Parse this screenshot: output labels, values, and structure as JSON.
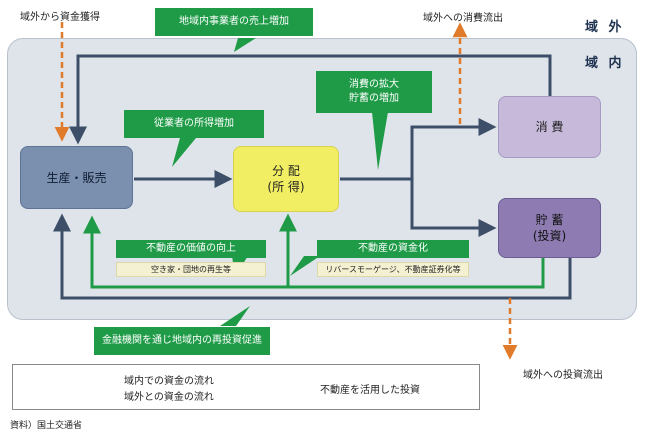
{
  "region": {
    "outside": "域 外",
    "inside": "域 内"
  },
  "boxes": {
    "production": "生産・販売",
    "distribution": [
      "分 配",
      "(所 得)"
    ],
    "consumption": "消 費",
    "savings": [
      "貯 蓄",
      "(投資)"
    ]
  },
  "callouts": {
    "sales_increase": "地域内事業者の売上増加",
    "income_increase": "従業者の所得増加",
    "consumption_increase": [
      "消費の拡大",
      "貯蓄の増加"
    ],
    "property_value": "不動産の価値の向上",
    "property_value_sub": "空き家・団地の再生等",
    "securitization": "不動産の資金化",
    "securitization_sub": "リバースモーゲージ、不動産証券化等",
    "reinvestment": "金融機関を通じ地域内の再投資促進"
  },
  "external_flows": {
    "funds_in": "域外から資金獲得",
    "consumption_out": "域外への消費流出",
    "investment_out": "域外への投資流出"
  },
  "legend": {
    "internal": "域内での資金の流れ",
    "external": "域外との資金の流れ",
    "real_estate": "不動産を活用した投資"
  },
  "source": "資料）国土交通省",
  "colors": {
    "navy": "#3d4e68",
    "green": "#1f9b48",
    "orange": "#e07b2c"
  }
}
